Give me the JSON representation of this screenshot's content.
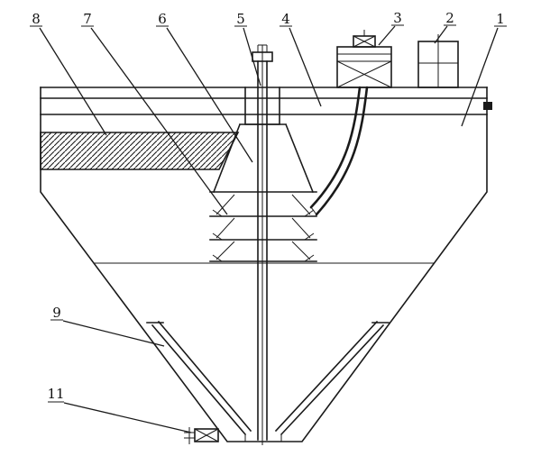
{
  "diagram": {
    "type": "engineering-line-drawing",
    "colors": {
      "line": "#1a1a1a",
      "background": "#ffffff"
    },
    "callouts": [
      {
        "label": "8"
      },
      {
        "label": "7"
      },
      {
        "label": "6"
      },
      {
        "label": "5"
      },
      {
        "label": "4"
      },
      {
        "label": "3"
      },
      {
        "label": "2"
      },
      {
        "label": "1"
      },
      {
        "label": "9"
      },
      {
        "label": "11"
      }
    ]
  }
}
